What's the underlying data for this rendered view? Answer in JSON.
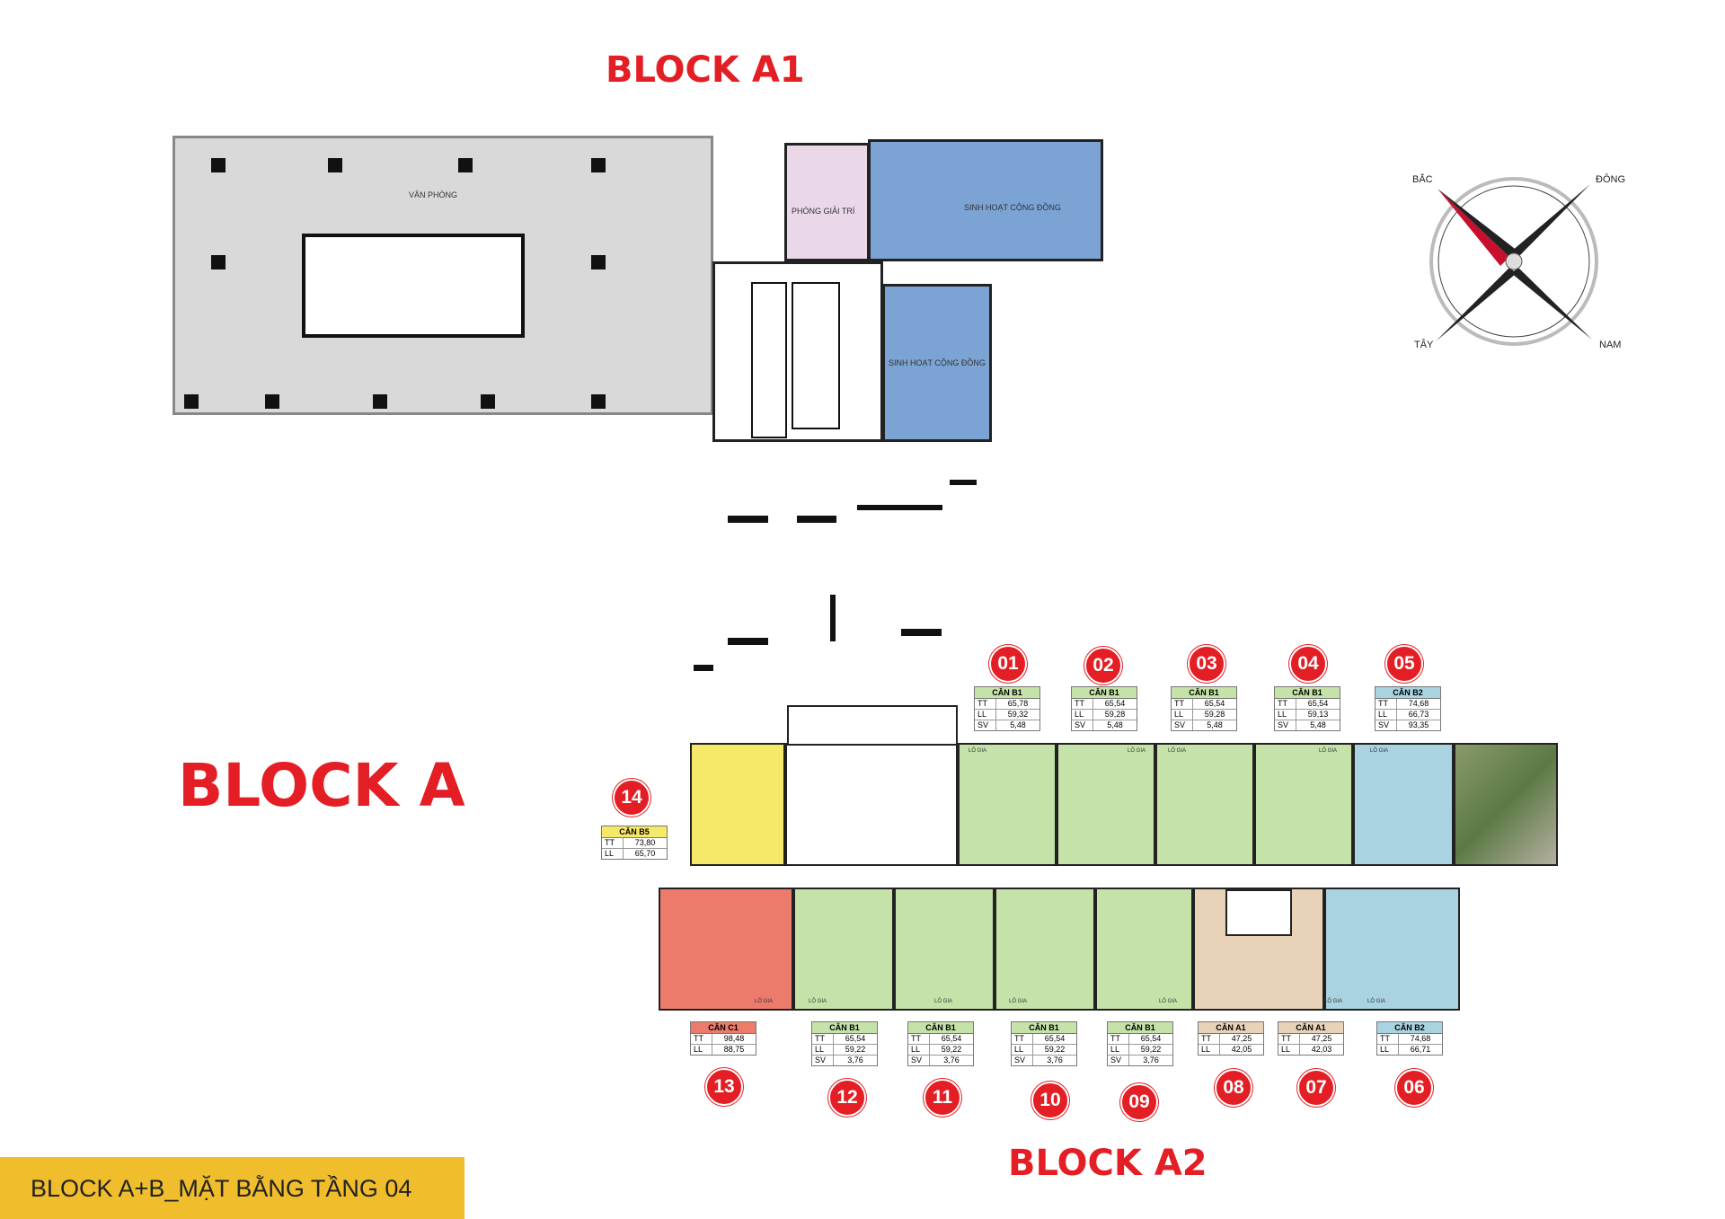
{
  "titles": {
    "block_a1": "BLOCK A1",
    "block_a": "BLOCK A",
    "block_a2": "BLOCK A2"
  },
  "rooms": {
    "office": "VĂN PHÒNG",
    "recreation": "PHÒNG GIẢI TRÍ",
    "community_top": "SINH HOẠT CỘNG ĐỒNG",
    "community_bottom": "SINH HOẠT CỘNG ĐỒNG",
    "logia": "LÔ GIA"
  },
  "compass": {
    "north": "BẮC",
    "east": "ĐÔNG",
    "west": "TÂY",
    "south": "NAM"
  },
  "footer": "BLOCK A+B_MẶT BẰNG TẦNG 04",
  "colors": {
    "accent": "#e31e24",
    "b1": "#c5e3a8",
    "b2": "#a9d3e0",
    "b5": "#f5e96a",
    "c1": "#ec7b6c",
    "a1": "#e8d3b9",
    "community": "#7ba3d4",
    "recreation": "#ead7e8",
    "office": "#d9d9d9",
    "footer": "#f0bd2c"
  },
  "units": [
    {
      "no": "01",
      "type": "CĂN B1",
      "rows": [
        [
          "TT",
          "65,78"
        ],
        [
          "LL",
          "59,32"
        ],
        [
          "SV",
          "5,48"
        ]
      ],
      "color": "#c5e3a8"
    },
    {
      "no": "02",
      "type": "CĂN B1",
      "rows": [
        [
          "TT",
          "65,54"
        ],
        [
          "LL",
          "59,28"
        ],
        [
          "SV",
          "5,48"
        ]
      ],
      "color": "#c5e3a8"
    },
    {
      "no": "03",
      "type": "CĂN B1",
      "rows": [
        [
          "TT",
          "65,54"
        ],
        [
          "LL",
          "59,28"
        ],
        [
          "SV",
          "5,48"
        ]
      ],
      "color": "#c5e3a8"
    },
    {
      "no": "04",
      "type": "CĂN B1",
      "rows": [
        [
          "TT",
          "65,54"
        ],
        [
          "LL",
          "59,13"
        ],
        [
          "SV",
          "5,48"
        ]
      ],
      "color": "#c5e3a8"
    },
    {
      "no": "05",
      "type": "CĂN B2",
      "rows": [
        [
          "TT",
          "74,68"
        ],
        [
          "LL",
          "66,73"
        ],
        [
          "SV",
          "93,35"
        ]
      ],
      "color": "#a9d3e0"
    },
    {
      "no": "06",
      "type": "CĂN B2",
      "rows": [
        [
          "TT",
          "74,68"
        ],
        [
          "LL",
          "66,71"
        ]
      ],
      "color": "#a9d3e0"
    },
    {
      "no": "07",
      "type": "CĂN A1",
      "rows": [
        [
          "TT",
          "47,25"
        ],
        [
          "LL",
          "42,03"
        ]
      ],
      "color": "#e8d3b9"
    },
    {
      "no": "08",
      "type": "CĂN A1",
      "rows": [
        [
          "TT",
          "47,25"
        ],
        [
          "LL",
          "42,05"
        ]
      ],
      "color": "#e8d3b9"
    },
    {
      "no": "09",
      "type": "CĂN B1",
      "rows": [
        [
          "TT",
          "65,54"
        ],
        [
          "LL",
          "59,22"
        ],
        [
          "SV",
          "3,76"
        ]
      ],
      "color": "#c5e3a8"
    },
    {
      "no": "10",
      "type": "CĂN B1",
      "rows": [
        [
          "TT",
          "65,54"
        ],
        [
          "LL",
          "59,22"
        ],
        [
          "SV",
          "3,76"
        ]
      ],
      "color": "#c5e3a8"
    },
    {
      "no": "11",
      "type": "CĂN B1",
      "rows": [
        [
          "TT",
          "65,54"
        ],
        [
          "LL",
          "59,22"
        ],
        [
          "SV",
          "3,76"
        ]
      ],
      "color": "#c5e3a8"
    },
    {
      "no": "12",
      "type": "CĂN B1",
      "rows": [
        [
          "TT",
          "65,54"
        ],
        [
          "LL",
          "59,22"
        ],
        [
          "SV",
          "3,76"
        ]
      ],
      "color": "#c5e3a8"
    },
    {
      "no": "13",
      "type": "CĂN C1",
      "rows": [
        [
          "TT",
          "98,48"
        ],
        [
          "LL",
          "88,75"
        ]
      ],
      "color": "#ec7b6c"
    },
    {
      "no": "14",
      "type": "CĂN B5",
      "rows": [
        [
          "TT",
          "73,80"
        ],
        [
          "LL",
          "65,70"
        ]
      ],
      "color": "#f5e96a"
    }
  ]
}
